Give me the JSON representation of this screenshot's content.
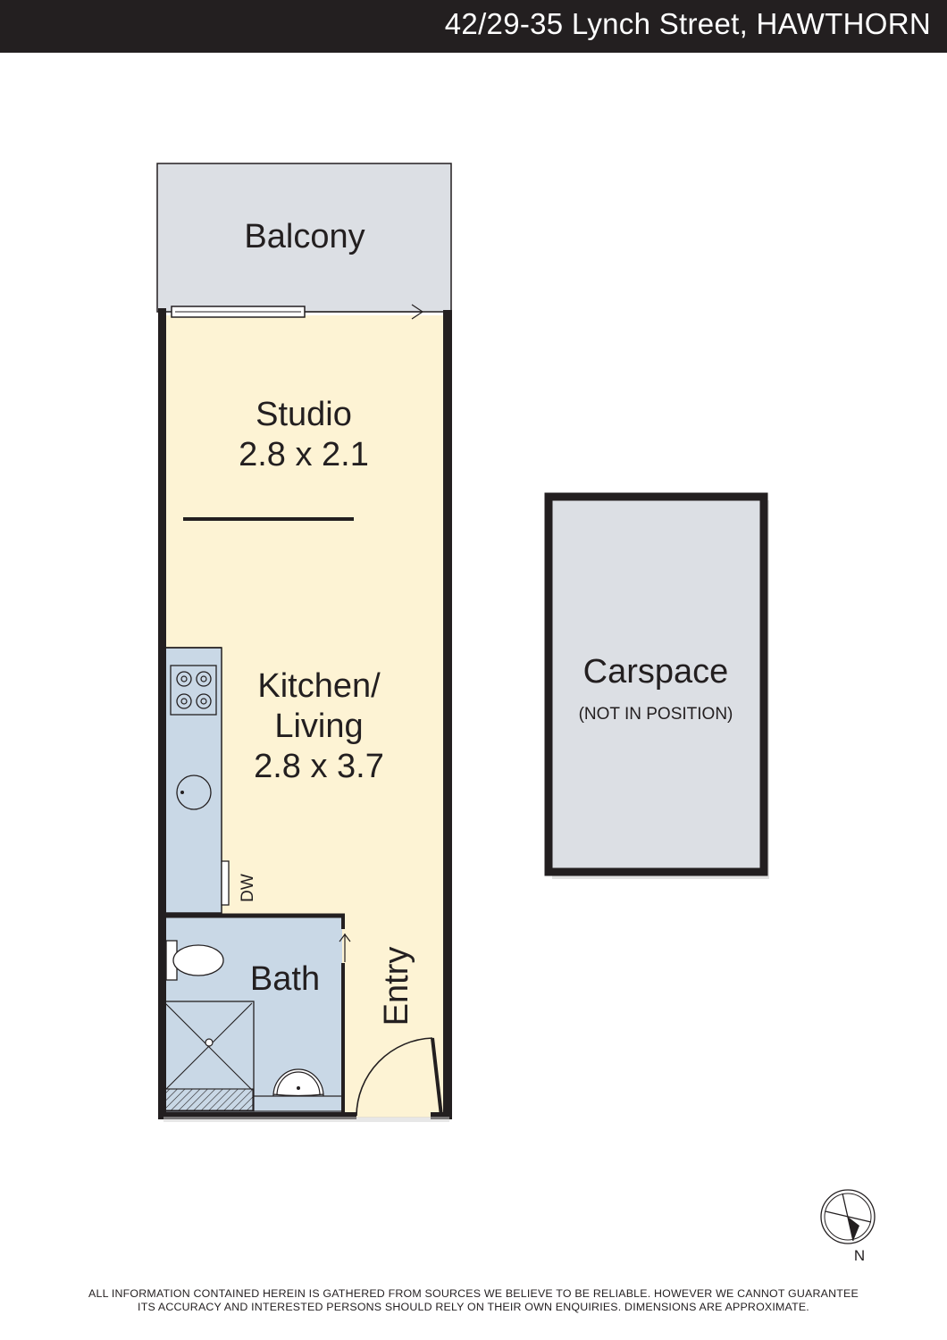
{
  "header": {
    "address": "42/29-35 Lynch Street, HAWTHORN"
  },
  "rooms": {
    "balcony": {
      "name": "Balcony"
    },
    "studio": {
      "name": "Studio",
      "dimensions": "2.8 x 2.1"
    },
    "kitchen_living": {
      "name_line1": "Kitchen/",
      "name_line2": "Living",
      "dimensions": "2.8 x 3.7"
    },
    "bath": {
      "name": "Bath"
    },
    "entry": {
      "name": "Entry"
    },
    "carspace": {
      "name": "Carspace",
      "note": "(NOT IN POSITION)"
    }
  },
  "fixtures": {
    "dishwasher": "DW"
  },
  "compass": {
    "label": "N"
  },
  "disclaimer": {
    "line1": "ALL INFORMATION CONTAINED HEREIN IS GATHERED FROM SOURCES WE BELIEVE TO BE RELIABLE.  HOWEVER WE CANNOT GUARANTEE",
    "line2": "ITS ACCURACY AND INTERESTED PERSONS SHOULD RELY ON THEIR OWN ENQUIRIES.  DIMENSIONS ARE APPROXIMATE."
  },
  "colors": {
    "header_bg": "#231f20",
    "room_fill": "#fdf3d4",
    "wet_area_fill": "#c9d8e6",
    "outdoor_fill": "#dcdfe4",
    "wall": "#231f20"
  }
}
